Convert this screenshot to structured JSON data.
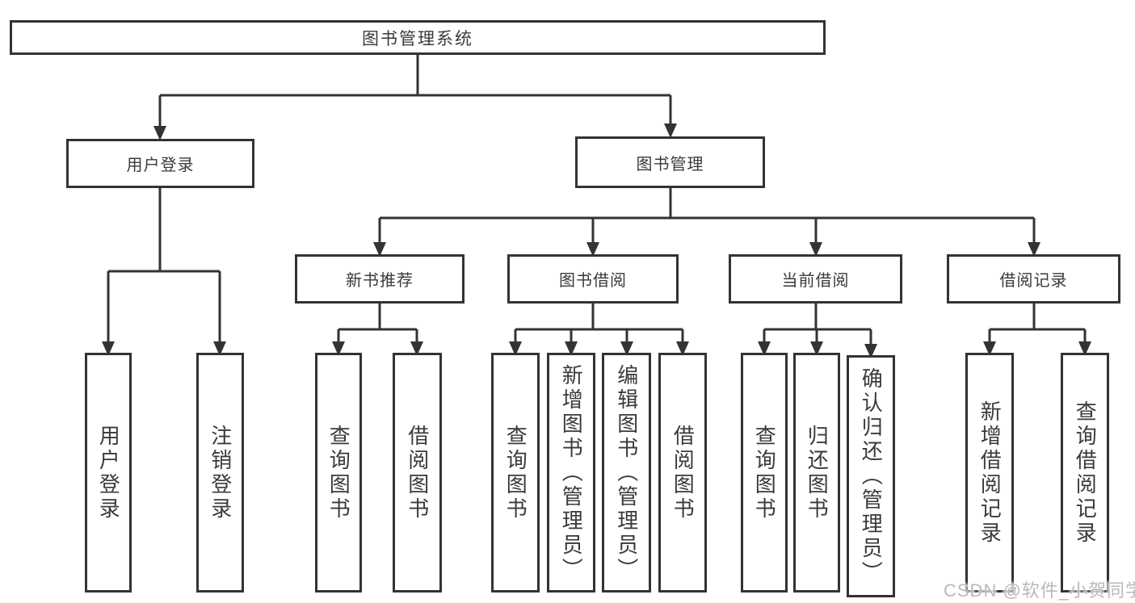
{
  "tree": {
    "root": "图书管理系统",
    "branches": [
      {
        "label": "用户登录",
        "children": [
          "用户登录",
          "注销登录"
        ]
      },
      {
        "label": "图书管理",
        "groups": [
          {
            "label": "新书推荐",
            "children": [
              "查询图书",
              "借阅图书"
            ]
          },
          {
            "label": "图书借阅",
            "children": [
              "查询图书",
              "新增图书（管理员）",
              "编辑图书（管理员）",
              "借阅图书"
            ]
          },
          {
            "label": "当前借阅",
            "children": [
              "查询图书",
              "归还图书",
              "确认归还（管理员）"
            ]
          },
          {
            "label": "借阅记录",
            "children": [
              "新增借阅记录",
              "查询借阅记录"
            ]
          }
        ]
      }
    ]
  },
  "watermark": "CSDN @软件_小贺同学",
  "colors": {
    "line": "#333333",
    "text": "#3a3a3a",
    "background": "#ffffff",
    "watermark": "#b9b9b9"
  }
}
